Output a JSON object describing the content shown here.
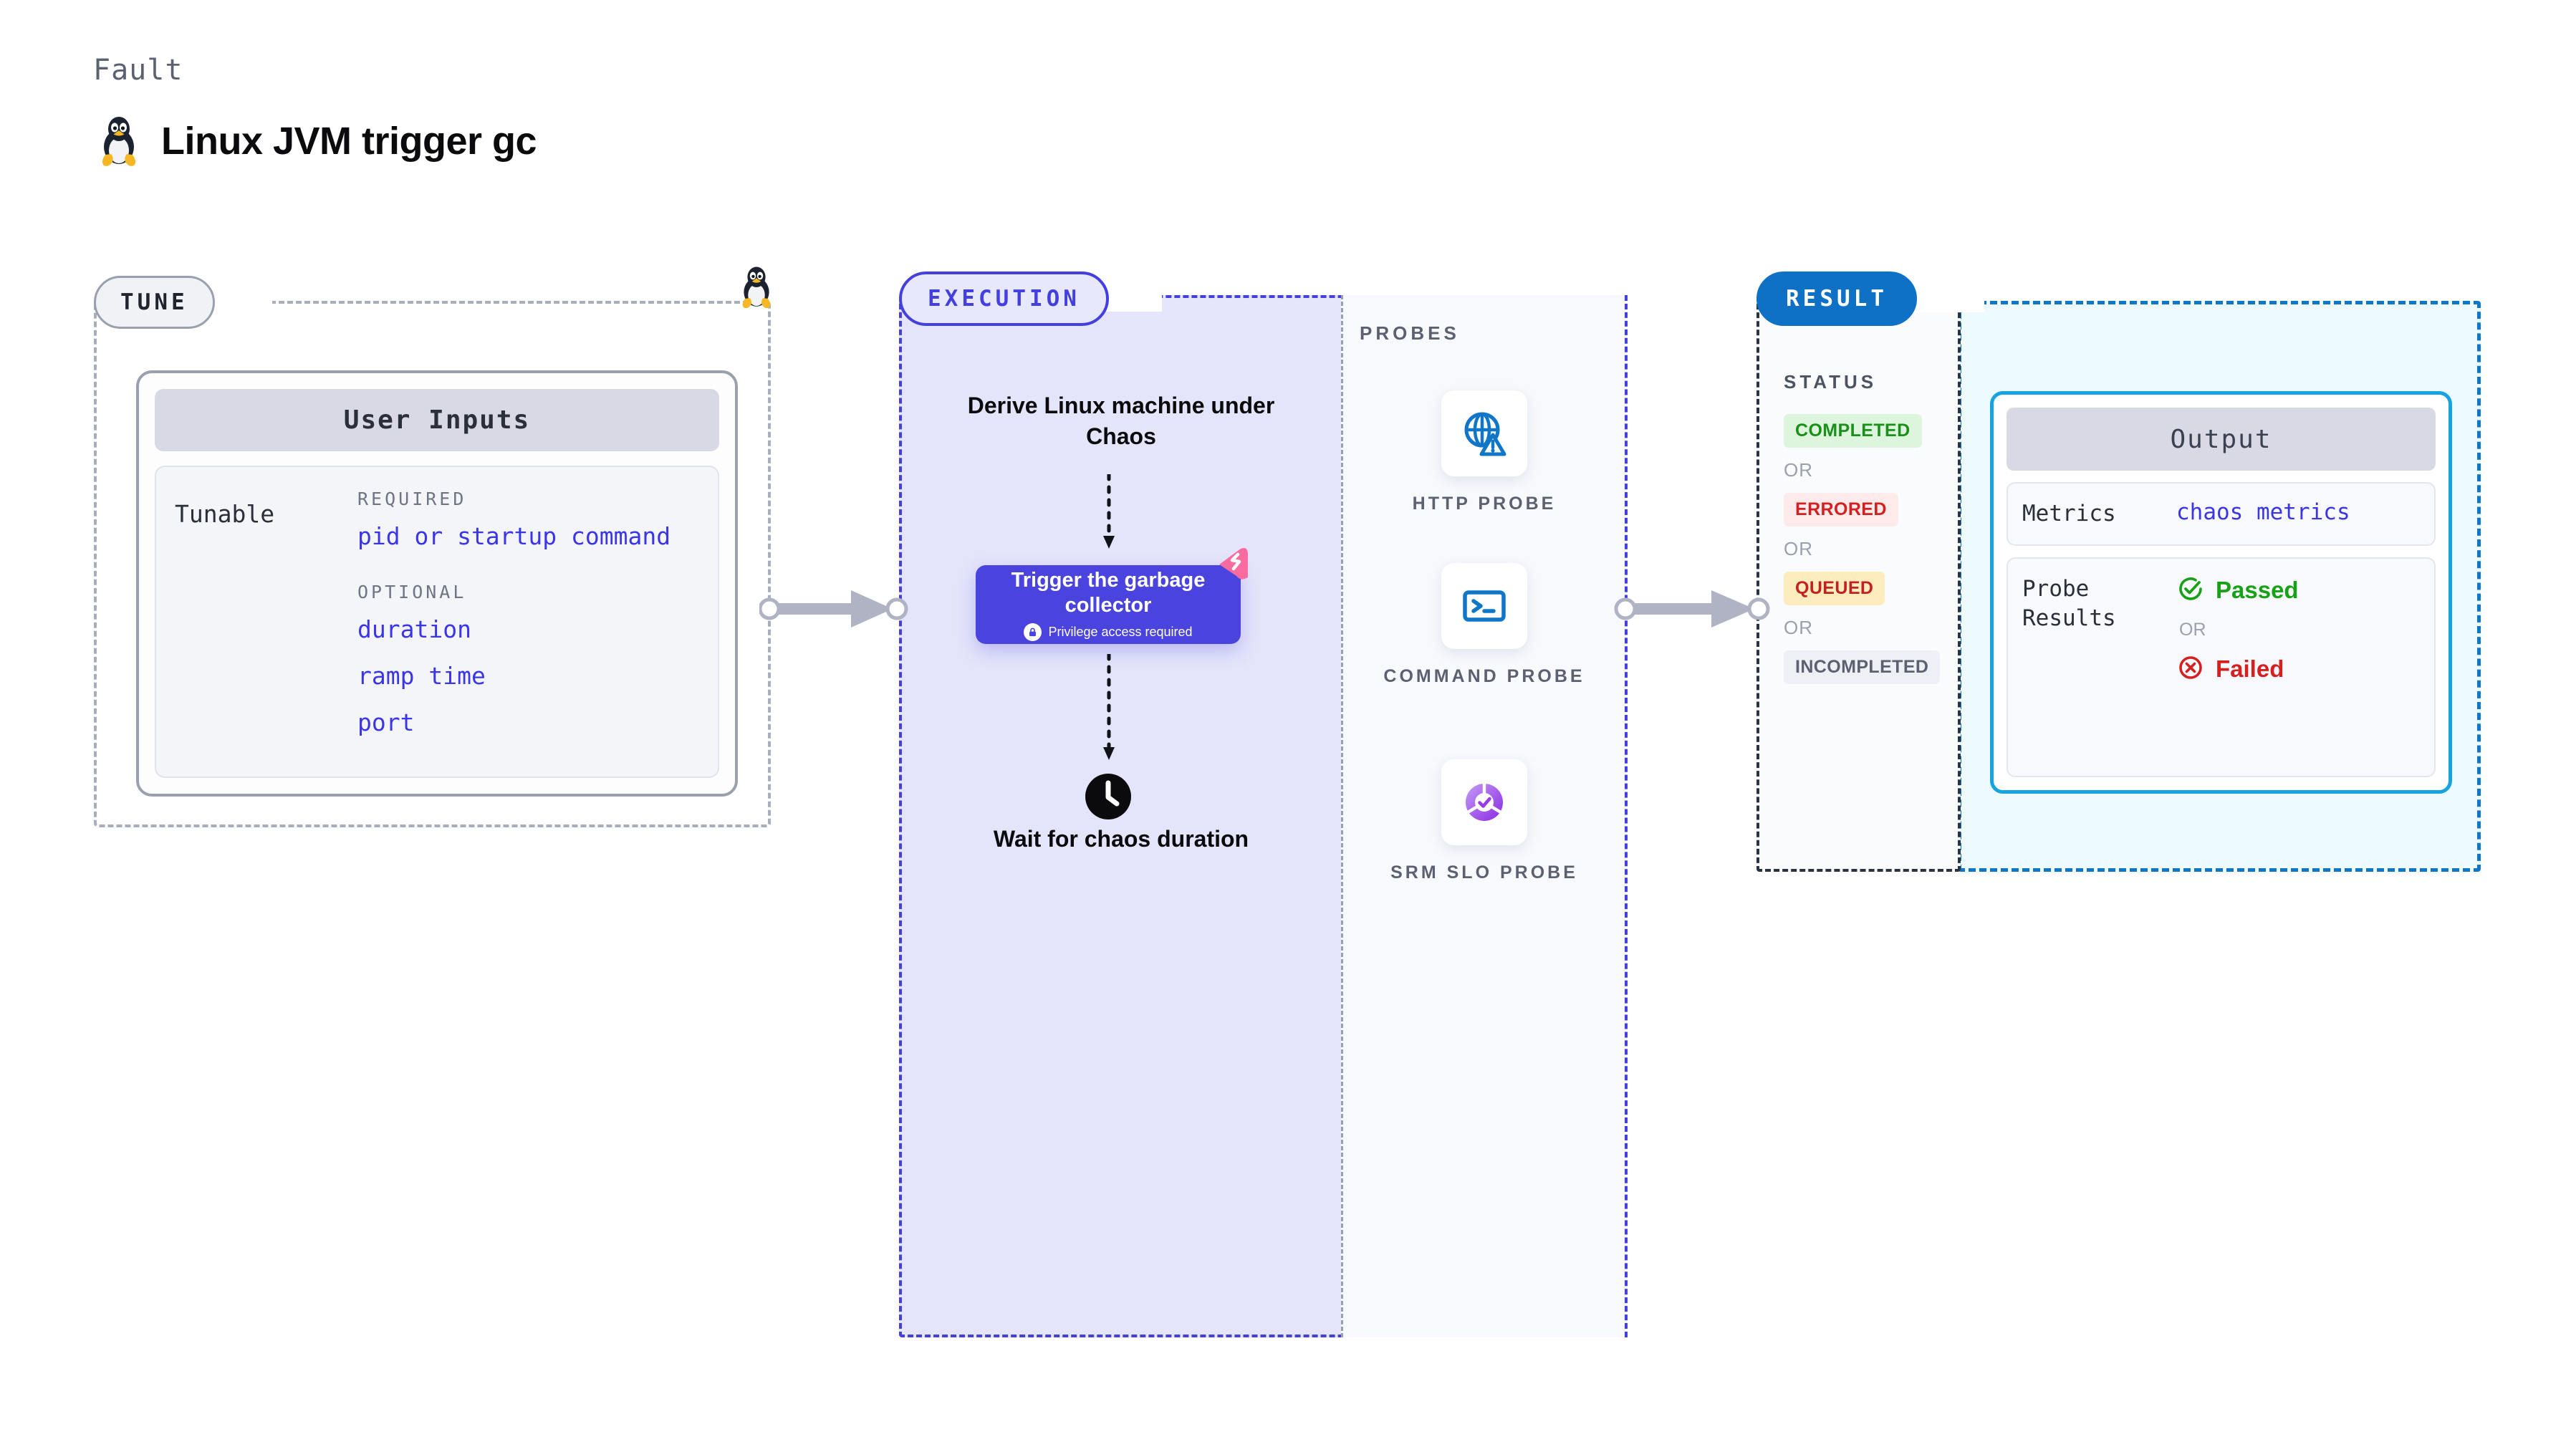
{
  "header": {
    "eyebrow": "Fault",
    "title": "Linux JVM trigger gc",
    "icon": "linux-penguin-icon"
  },
  "tune": {
    "badge": "TUNE",
    "card_title": "User Inputs",
    "row_label": "Tunable",
    "groups": [
      {
        "label": "REQUIRED",
        "values": [
          "pid or startup command"
        ]
      },
      {
        "label": "OPTIONAL",
        "values": [
          "duration",
          "ramp time",
          "port"
        ]
      }
    ],
    "corner_icon": "linux-penguin-icon"
  },
  "execution": {
    "badge": "EXECUTION",
    "step_derive": "Derive Linux machine under Chaos",
    "fault_card": {
      "title": "Trigger the garbage collector",
      "privilege_note": "Privilege access required",
      "privilege_icon": "lock-icon",
      "corner_icon": "fault-ribbon-icon"
    },
    "step_wait": "Wait for chaos duration",
    "wait_icon": "clock-icon"
  },
  "probes": {
    "title": "PROBES",
    "items": [
      {
        "name": "HTTP PROBE",
        "icon": "globe-warning-icon"
      },
      {
        "name": "COMMAND PROBE",
        "icon": "terminal-icon"
      },
      {
        "name": "SRM SLO PROBE",
        "icon": "slo-donut-check-icon"
      }
    ]
  },
  "result": {
    "badge": "RESULT",
    "status_title": "STATUS",
    "or_label": "OR",
    "statuses": [
      {
        "label": "COMPLETED",
        "color": "#1a8f1a",
        "bg": "#dcf5dc"
      },
      {
        "label": "ERRORED",
        "color": "#d32020",
        "bg": "#fdeaea"
      },
      {
        "label": "QUEUED",
        "color": "#c42020",
        "bg": "#fcecbe"
      },
      {
        "label": "INCOMPLETED",
        "color": "#5b6170",
        "bg": "#eef0f5"
      }
    ],
    "output": {
      "title": "Output",
      "metrics_key": "Metrics",
      "metrics_value": "chaos metrics",
      "probe_key": "Probe Results",
      "passed_label": "Passed",
      "passed_icon": "check-circle-icon",
      "failed_label": "Failed",
      "failed_icon": "x-circle-icon",
      "or_label": "OR"
    }
  },
  "connectors": {
    "arrow_icon": "arrow-right-icon"
  },
  "palette": {
    "indigo": "#4440e0",
    "purple_card": "#4a43de",
    "result_blue": "#0f71c6",
    "output_border": "#16a3e0",
    "pink_ribbon": "#fa6ba0"
  }
}
